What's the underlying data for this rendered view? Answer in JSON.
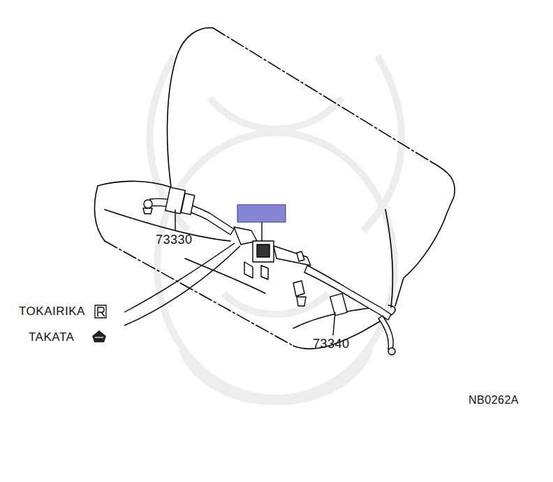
{
  "diagram": {
    "labels": [
      "73330",
      "73340",
      "TOKAIRIKA",
      "TAKATA",
      "NB0262A"
    ]
  }
}
